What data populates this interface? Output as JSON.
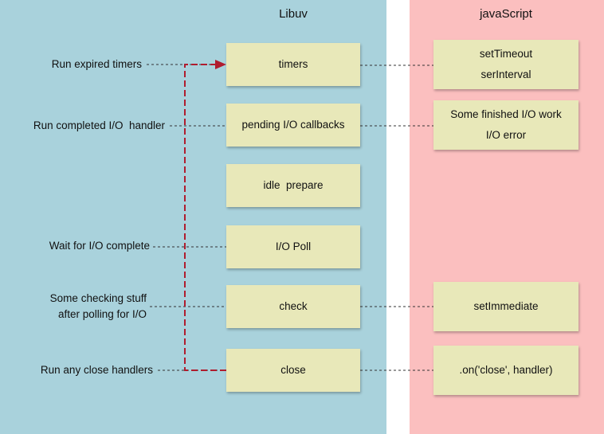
{
  "columns": {
    "libuv": "Libuv",
    "javascript": "javaScript"
  },
  "phases": [
    {
      "name": "timers"
    },
    {
      "name": "pending I/O callbacks"
    },
    {
      "name": "idle  prepare"
    },
    {
      "name": "I/O Poll"
    },
    {
      "name": "check"
    },
    {
      "name": "close"
    }
  ],
  "left_labels": {
    "timers": "Run expired timers",
    "pending": "Run completed I/O  handler",
    "poll": "Wait for I/O complete",
    "check_line1": "Some checking stuff",
    "check_line2": "after polling for I/O",
    "close": "Run any close handlers"
  },
  "js_boxes": {
    "timers_line1": "setTimeout",
    "timers_line2": "serInterval",
    "pending_line1": "Some finished I/O work",
    "pending_line2": "I/O error",
    "check": "setImmediate",
    "close": ".on('close', handler)"
  },
  "colors": {
    "libuv_panel": "#a9d2dc",
    "js_panel": "#fbbfbf",
    "box": "#e8e8b9",
    "loop_arrow": "#b01c2e"
  }
}
